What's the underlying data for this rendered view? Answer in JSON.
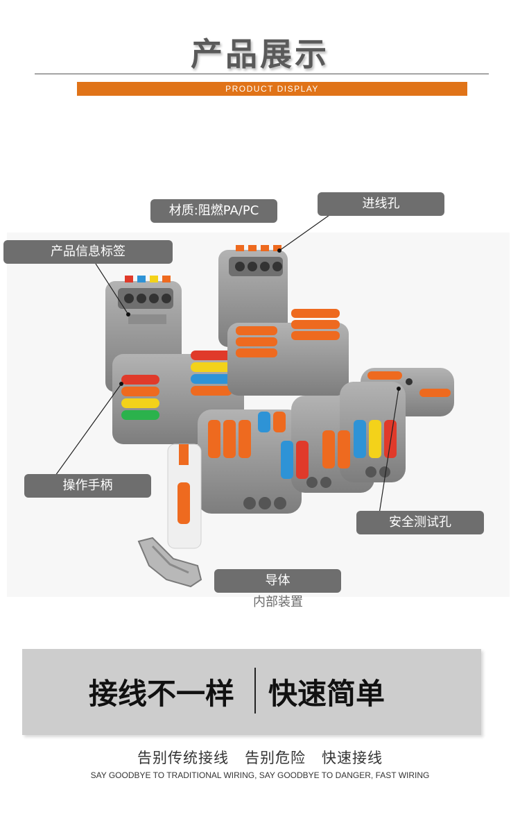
{
  "header": {
    "title": "产品展示",
    "subtitle": "PRODUCT DISPLAY",
    "banner_color": "#e07318"
  },
  "callouts": {
    "material": "材质:阻燃PA/PC",
    "inlet": "进线孔",
    "info_label": "产品信息标签",
    "handle": "操作手柄",
    "test_hole": "安全测试孔",
    "conductor": "导体",
    "conductor_sub": "内部装置"
  },
  "slogan": {
    "left": "接线不一样",
    "right": "快速简单"
  },
  "tagline": {
    "cn": "告别传统接线   告别危险   快速接线",
    "en": "SAY GOODBYE TO TRADITIONAL WIRING, SAY GOODBYE TO DANGER, FAST WIRING"
  },
  "colors": {
    "label_bg": "#6e6e6e",
    "slogan_bg": "#cdcdcd",
    "housing_gray": "#9a9a9a",
    "lever_orange": "#ee6a1f",
    "lever_blue": "#2e93d6",
    "lever_yellow": "#f3d21a",
    "lever_red": "#e03a2a",
    "lever_green": "#2bb24c"
  }
}
